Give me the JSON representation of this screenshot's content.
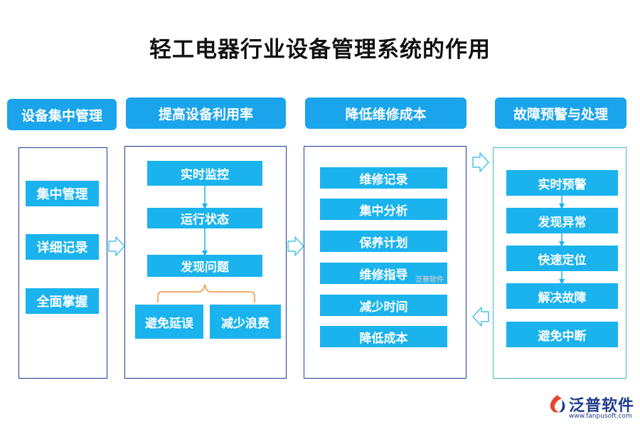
{
  "title": "轻工电器行业设备管理系统的作用",
  "colors": {
    "header_blue": "#1a9ee6",
    "box_cyan": "#1ab3ee",
    "panel_border_dark": "#1c3f95",
    "panel_border_teal": "#4ab3c6",
    "brace_orange": "#f0923a",
    "arrow_stroke": "#4cc0ee"
  },
  "columns": [
    {
      "header": "设备集中管理",
      "items": [
        "集中管理",
        "详细记录",
        "全面掌握"
      ]
    },
    {
      "header": "提高设备利用率",
      "flow": [
        "实时监控",
        "运行状态",
        "发现问题"
      ],
      "branches": [
        "避免延误",
        "减少浪费"
      ]
    },
    {
      "header": "降低维修成本",
      "items": [
        "维修记录",
        "集中分析",
        "保养计划",
        "维修指导",
        "减少时间",
        "降低成本"
      ]
    },
    {
      "header": "故障预警与处理",
      "items": [
        "实时预警",
        "发现异常",
        "快速定位",
        "解决故障",
        "避免中断"
      ]
    }
  ],
  "watermark": "泛普软件",
  "logo": {
    "name": "泛普软件",
    "url": "www.fanpusoft.com",
    "icon": "fanpu-logo-icon"
  }
}
